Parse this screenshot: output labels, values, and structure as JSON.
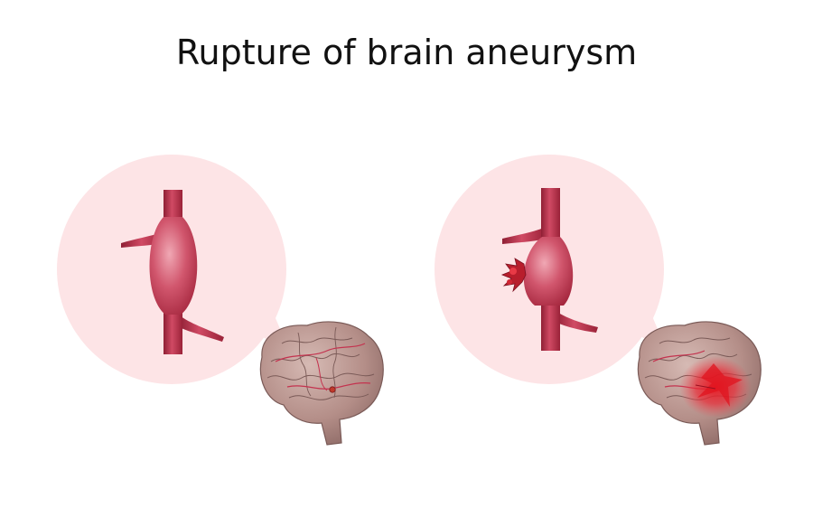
{
  "title": "Rupture of brain aneurysm",
  "panels": [
    {
      "state": "intact-aneurysm",
      "icon": "vessel-bulge-icon"
    },
    {
      "state": "ruptured-aneurysm",
      "icon": "vessel-rupture-icon"
    }
  ],
  "colors": {
    "background": "#ffffff",
    "circle": "#fde4e6",
    "vessel": "#c4334f",
    "vessel_dark": "#8f1f34",
    "vessel_light": "#e58a9a",
    "brain": "#b8958f",
    "brain_dark": "#7a5a57",
    "hemorrhage": "#e8202a"
  }
}
